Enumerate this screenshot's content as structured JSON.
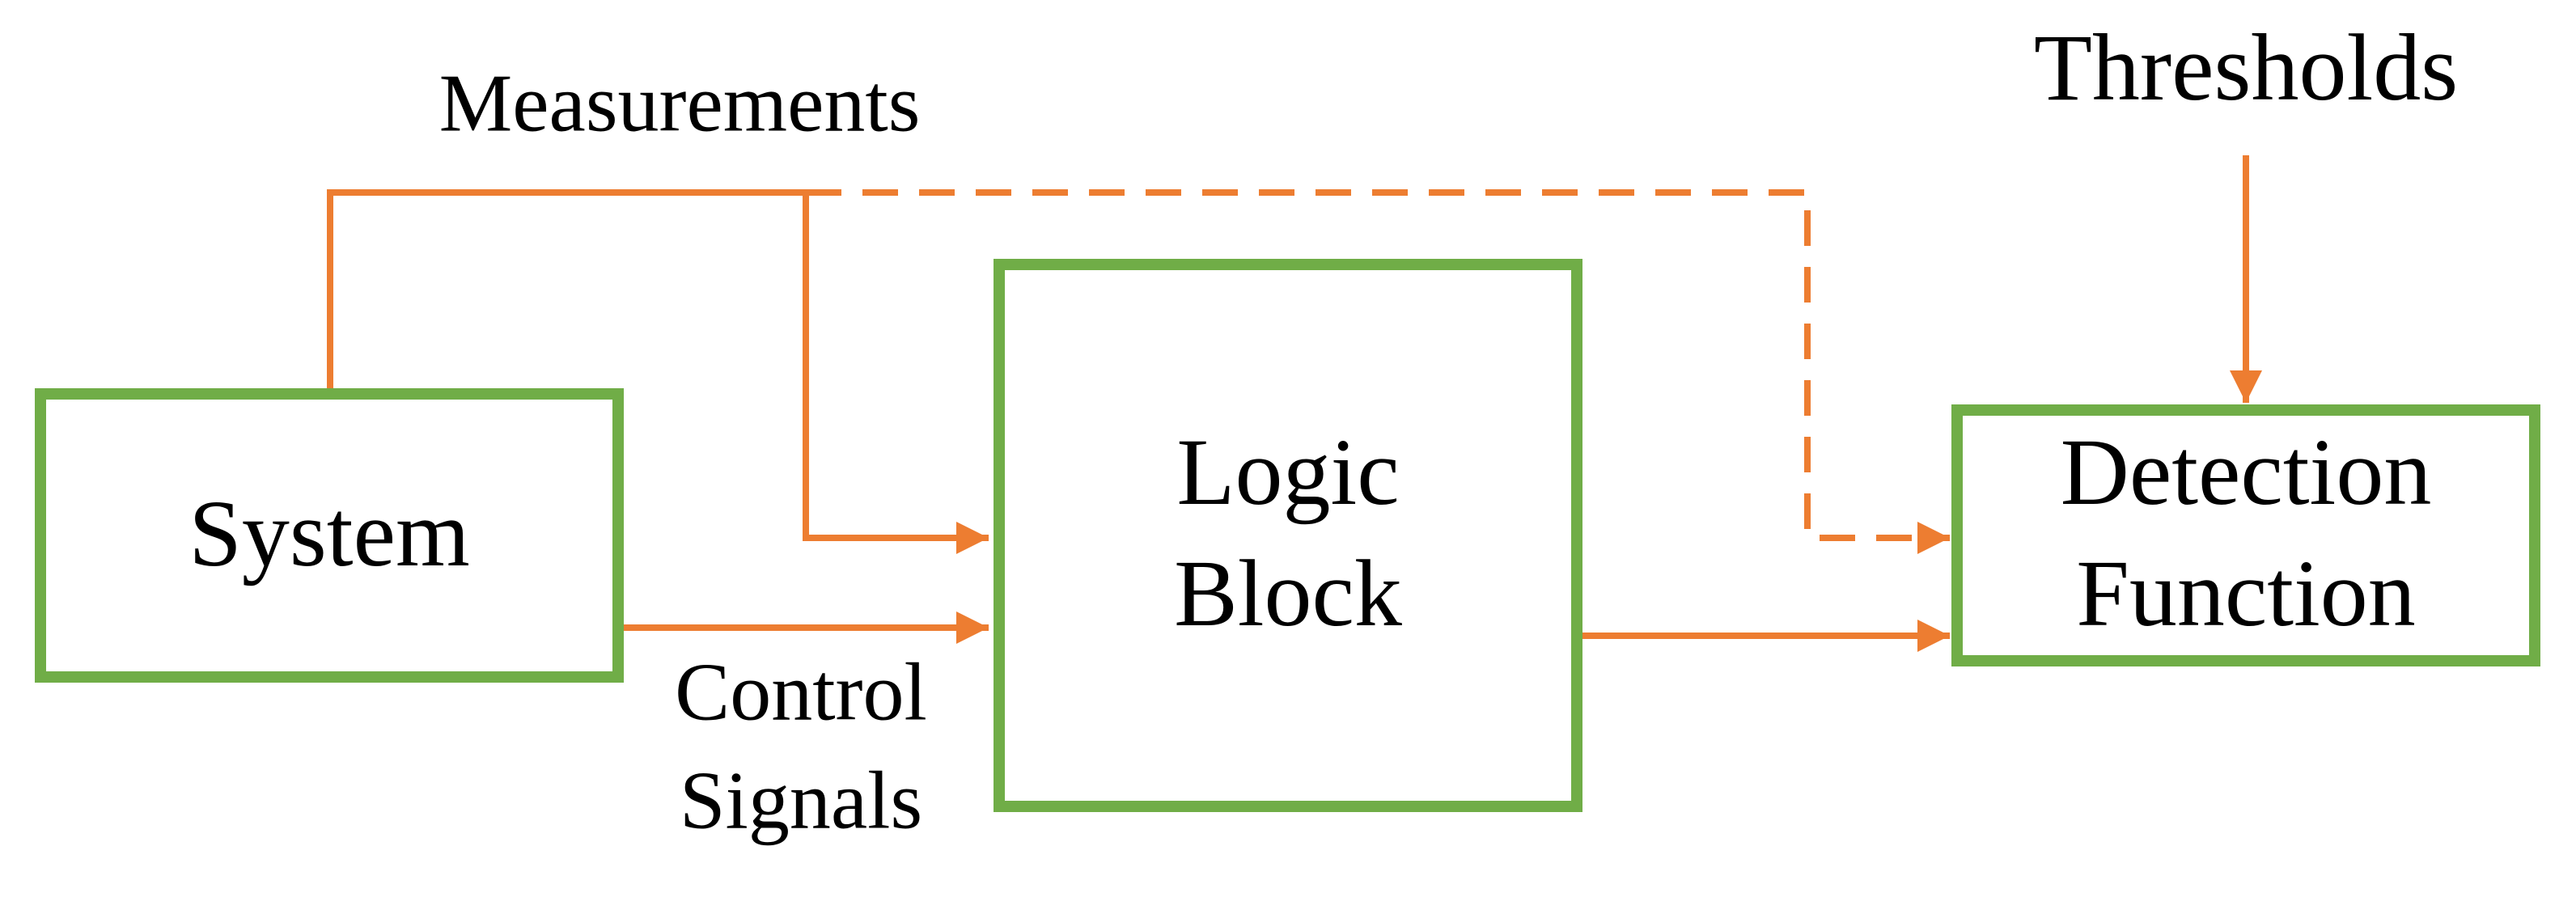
{
  "colors": {
    "box_border": "#70AD47",
    "connector": "#ED7D31",
    "text": "#000000"
  },
  "nodes": {
    "system": {
      "label": "System"
    },
    "logic_block": {
      "line1": "Logic",
      "line2": "Block"
    },
    "detection_function": {
      "line1": "Detection",
      "line2": "Function"
    }
  },
  "edges": {
    "measurements": {
      "label": "Measurements"
    },
    "control_signals": {
      "line1": "Control",
      "line2": "Signals"
    },
    "thresholds": {
      "label": "Thresholds"
    }
  }
}
